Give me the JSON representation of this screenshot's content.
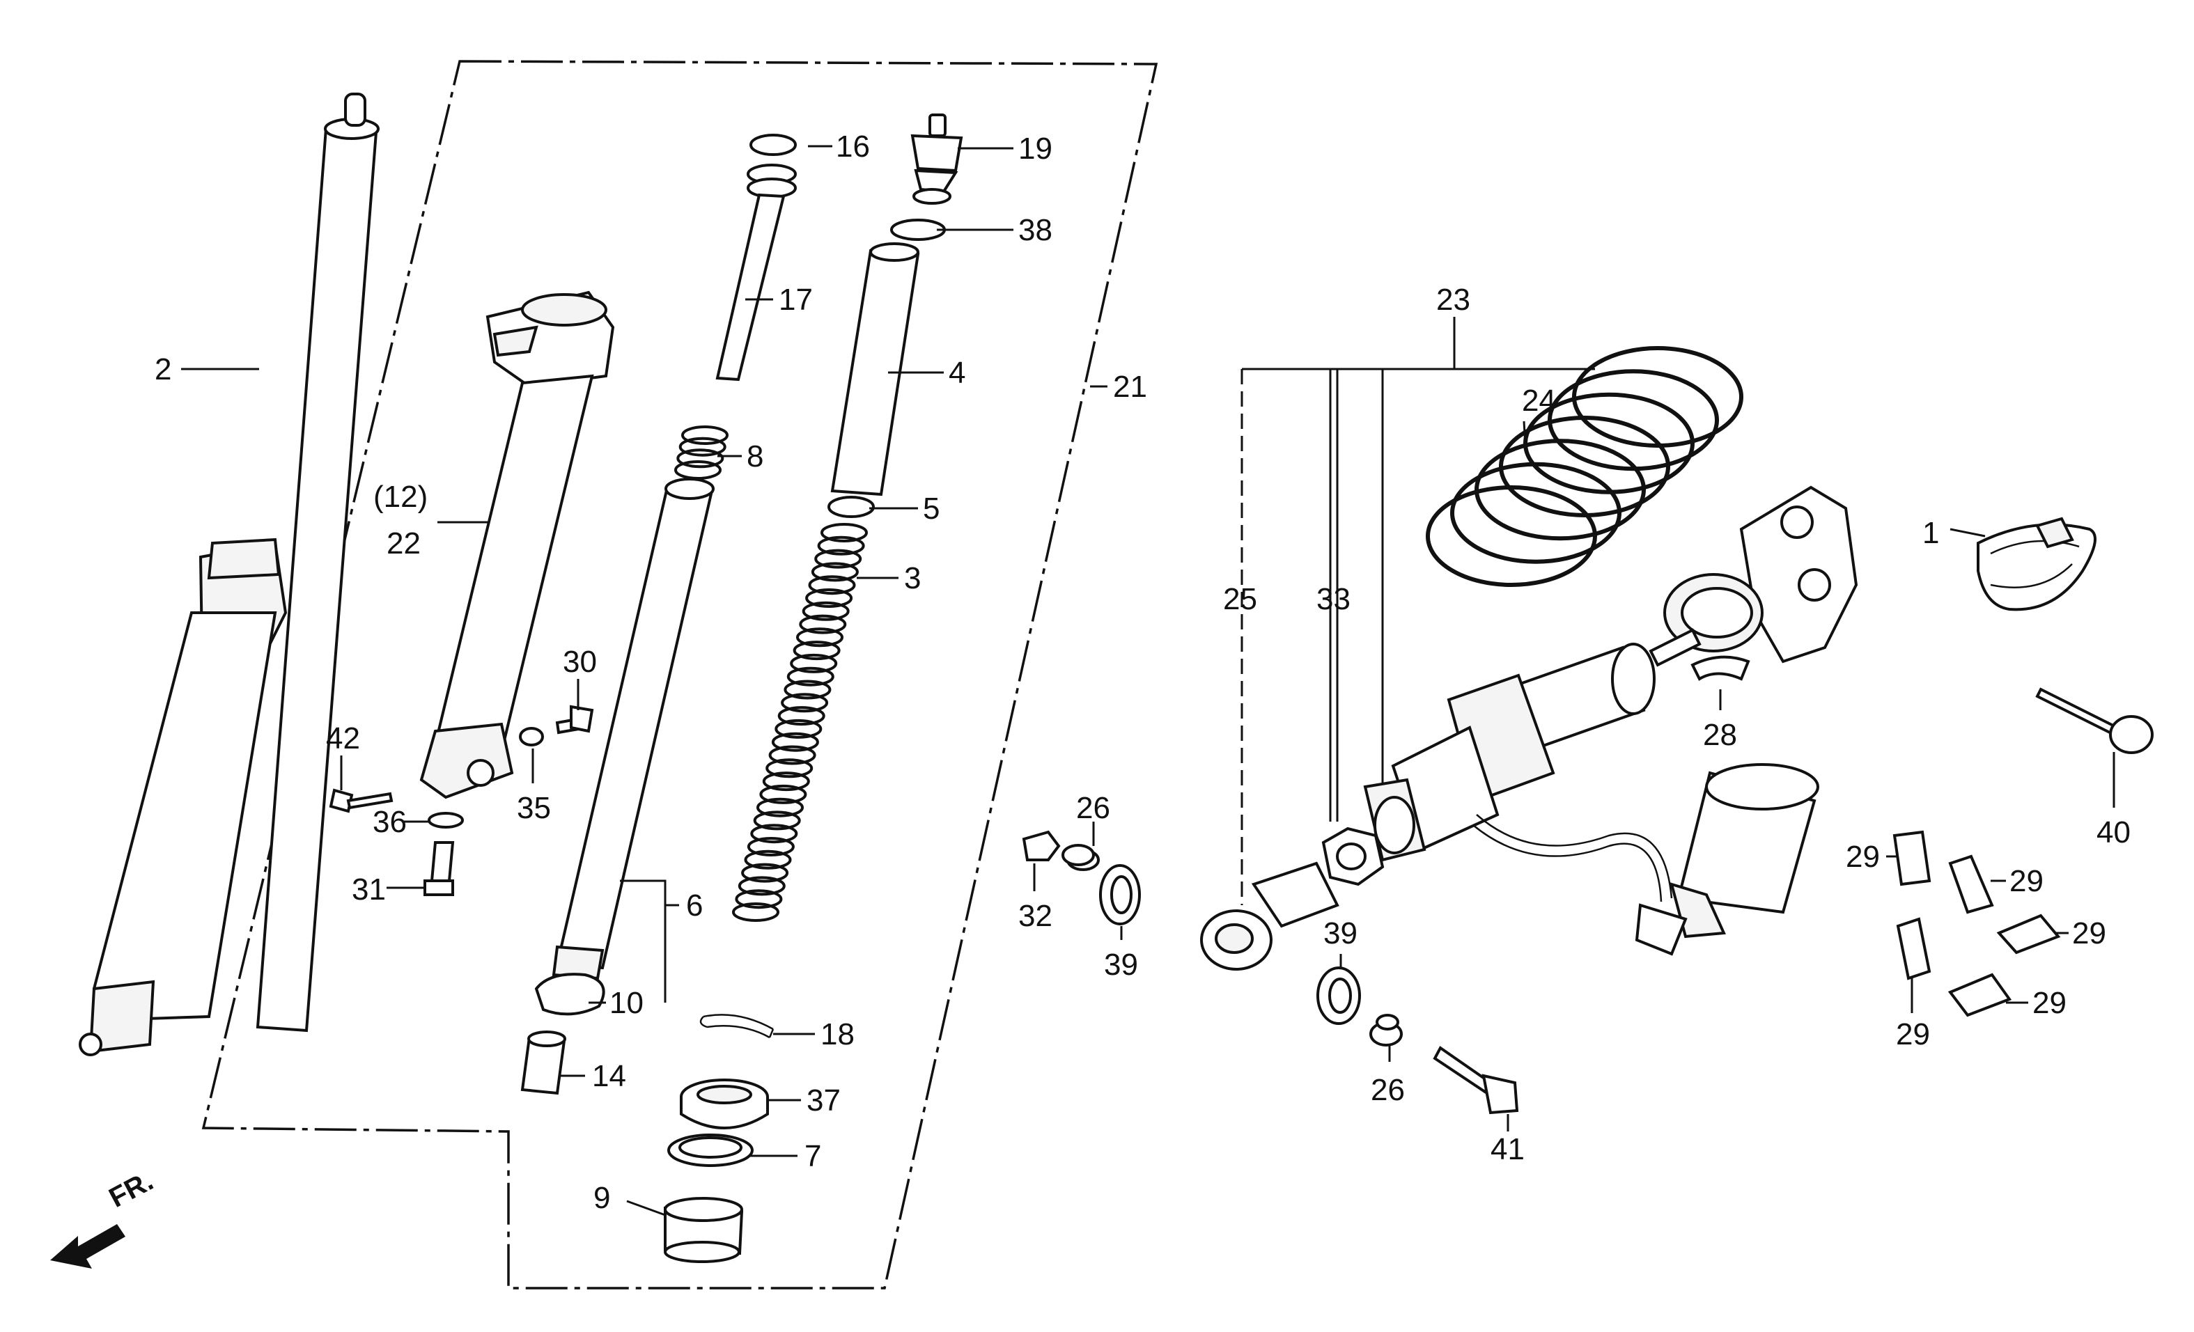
{
  "diagram": {
    "callouts": [
      {
        "id": "c1",
        "text": "1"
      },
      {
        "id": "c2",
        "text": "2"
      },
      {
        "id": "c3",
        "text": "3"
      },
      {
        "id": "c4",
        "text": "4"
      },
      {
        "id": "c5",
        "text": "5"
      },
      {
        "id": "c6",
        "text": "6"
      },
      {
        "id": "c7",
        "text": "7"
      },
      {
        "id": "c8",
        "text": "8"
      },
      {
        "id": "c9",
        "text": "9"
      },
      {
        "id": "c10",
        "text": "10"
      },
      {
        "id": "c12",
        "text": "(12)"
      },
      {
        "id": "c14",
        "text": "14"
      },
      {
        "id": "c16",
        "text": "16"
      },
      {
        "id": "c17",
        "text": "17"
      },
      {
        "id": "c18",
        "text": "18"
      },
      {
        "id": "c19",
        "text": "19"
      },
      {
        "id": "c21",
        "text": "21"
      },
      {
        "id": "c22",
        "text": "22"
      },
      {
        "id": "c23",
        "text": "23"
      },
      {
        "id": "c24",
        "text": "24"
      },
      {
        "id": "c25",
        "text": "25"
      },
      {
        "id": "c26a",
        "text": "26"
      },
      {
        "id": "c26b",
        "text": "26"
      },
      {
        "id": "c28",
        "text": "28"
      },
      {
        "id": "c29a",
        "text": "29"
      },
      {
        "id": "c29b",
        "text": "29"
      },
      {
        "id": "c29c",
        "text": "29"
      },
      {
        "id": "c29d",
        "text": "29"
      },
      {
        "id": "c29e",
        "text": "29"
      },
      {
        "id": "c30",
        "text": "30"
      },
      {
        "id": "c31",
        "text": "31"
      },
      {
        "id": "c32",
        "text": "32"
      },
      {
        "id": "c33",
        "text": "33"
      },
      {
        "id": "c35",
        "text": "35"
      },
      {
        "id": "c36",
        "text": "36"
      },
      {
        "id": "c37",
        "text": "37"
      },
      {
        "id": "c38",
        "text": "38"
      },
      {
        "id": "c39a",
        "text": "39"
      },
      {
        "id": "c39b",
        "text": "39"
      },
      {
        "id": "c40",
        "text": "40"
      },
      {
        "id": "c41",
        "text": "41"
      },
      {
        "id": "c42",
        "text": "42"
      }
    ],
    "front_marker": "FR."
  }
}
